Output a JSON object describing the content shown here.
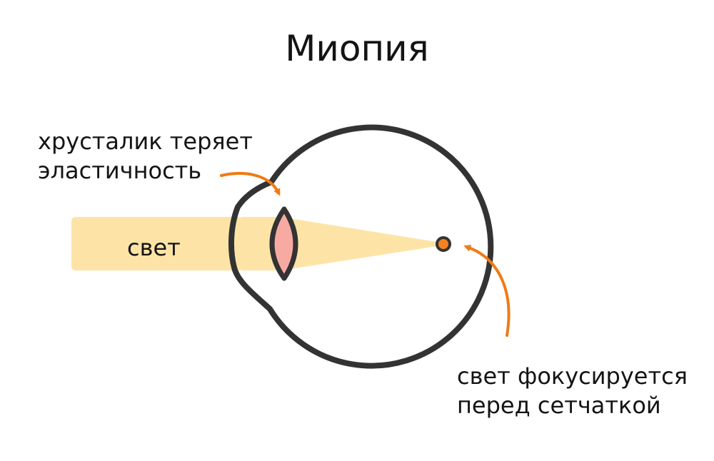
{
  "title": "Миопия",
  "labels": {
    "lens_line1": "хрусталик теряет",
    "lens_line2": "эластичность",
    "light": "свет",
    "focus_line1": "свет фокусируется",
    "focus_line2": "перед сетчаткой"
  },
  "colors": {
    "outline": "#333333",
    "light_beam": "#fde4a6",
    "lens_fill": "#f7aaa2",
    "arrow": "#f07a14",
    "focus_dot": "#f58220"
  }
}
